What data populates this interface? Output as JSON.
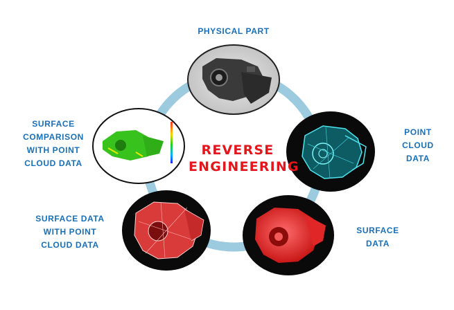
{
  "center": {
    "line1": "REVERSE",
    "line2": "ENGINEERING"
  },
  "stages": [
    {
      "lines": [
        "PHYSICAL PART"
      ]
    },
    {
      "lines": [
        "POINT",
        "CLOUD",
        "DATA"
      ]
    },
    {
      "lines": [
        "SURFACE",
        "DATA"
      ]
    },
    {
      "lines": [
        "SURFACE DATA",
        "WITH POINT",
        "CLOUD DATA"
      ]
    },
    {
      "lines": [
        "SURFACE",
        "COMPARISON",
        "WITH POINT",
        "CLOUD DATA"
      ]
    }
  ],
  "colors": {
    "ring": "#9ccbe0",
    "label": "#1a6fb5",
    "center_text": "#e3161b"
  }
}
